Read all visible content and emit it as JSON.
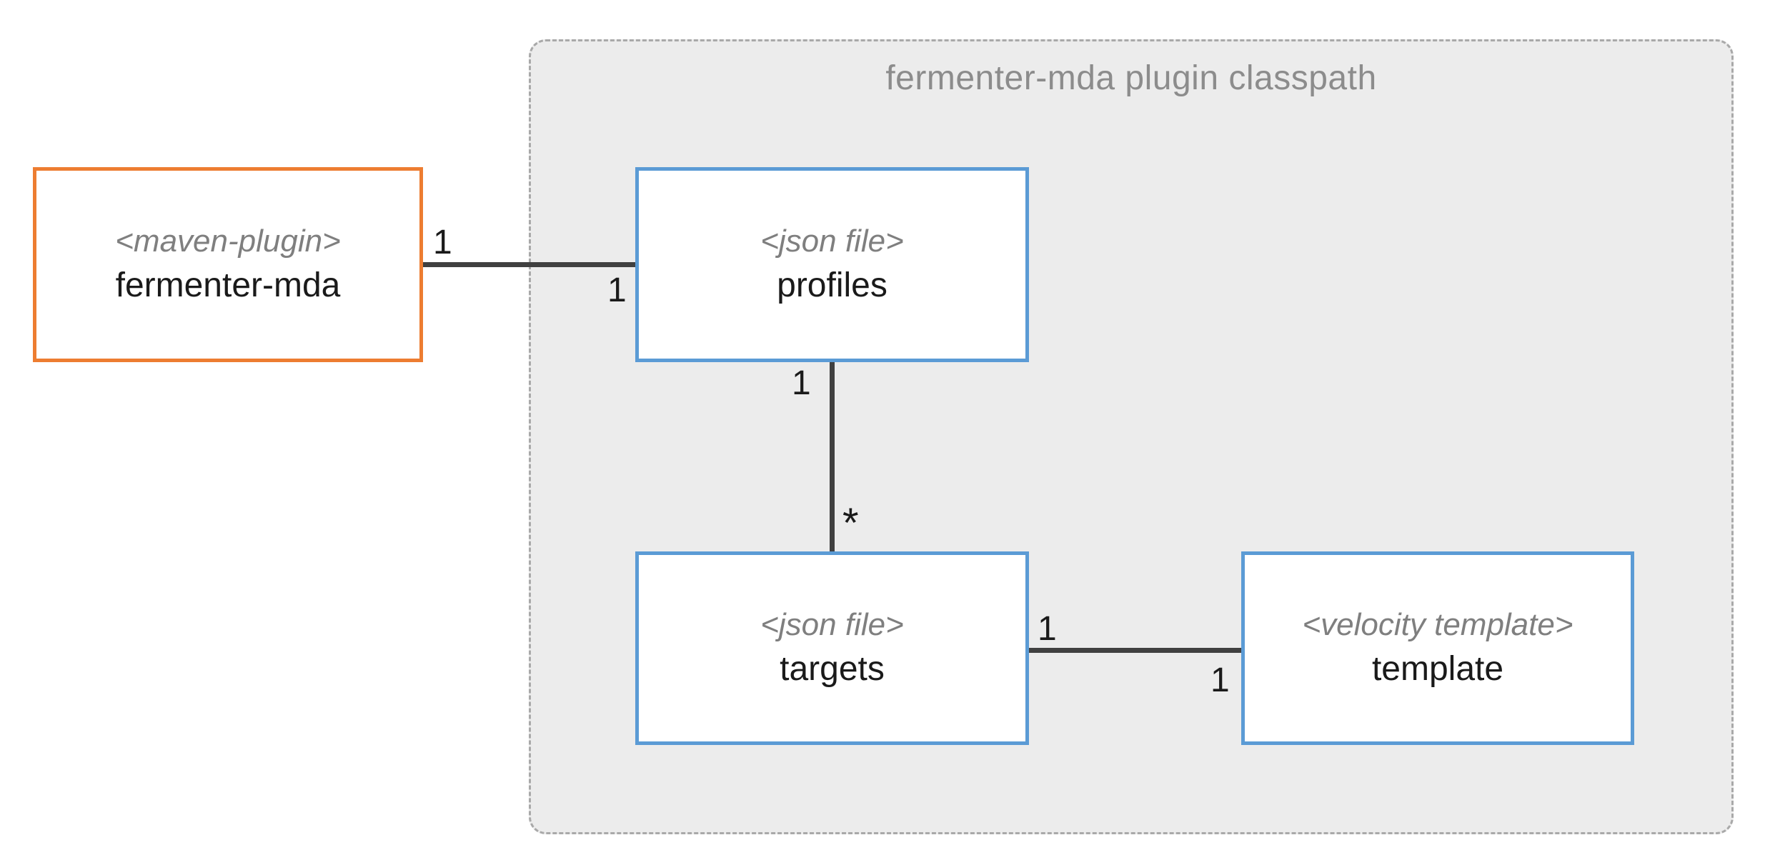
{
  "diagram": {
    "container": {
      "label": "fermenter-mda plugin classpath"
    },
    "nodes": [
      {
        "id": "fermenter-mda",
        "stereotype": "<maven-plugin>",
        "name": "fermenter-mda",
        "accent": "#ED7D31"
      },
      {
        "id": "profiles",
        "stereotype": "<json file>",
        "name": "profiles",
        "accent": "#5B9BD5"
      },
      {
        "id": "targets",
        "stereotype": "<json file>",
        "name": "targets",
        "accent": "#5B9BD5"
      },
      {
        "id": "template",
        "stereotype": "<velocity template>",
        "name": "template",
        "accent": "#5B9BD5"
      }
    ],
    "edges": [
      {
        "from": "fermenter-mda",
        "to": "profiles",
        "from_label": "1",
        "to_label": "1"
      },
      {
        "from": "profiles",
        "to": "targets",
        "from_label": "1",
        "to_label": "*"
      },
      {
        "from": "targets",
        "to": "template",
        "from_label": "1",
        "to_label": "1"
      }
    ],
    "colors": {
      "accent_orange": "#ED7D31",
      "accent_blue": "#5B9BD5",
      "connector": "#404040",
      "container_fill": "#ECECEC",
      "container_border": "#A9A9A9",
      "stereotype_text": "#7F7F7F",
      "title_text": "#8C8C8C",
      "name_text": "#1a1a1a",
      "background": "#ffffff"
    }
  }
}
